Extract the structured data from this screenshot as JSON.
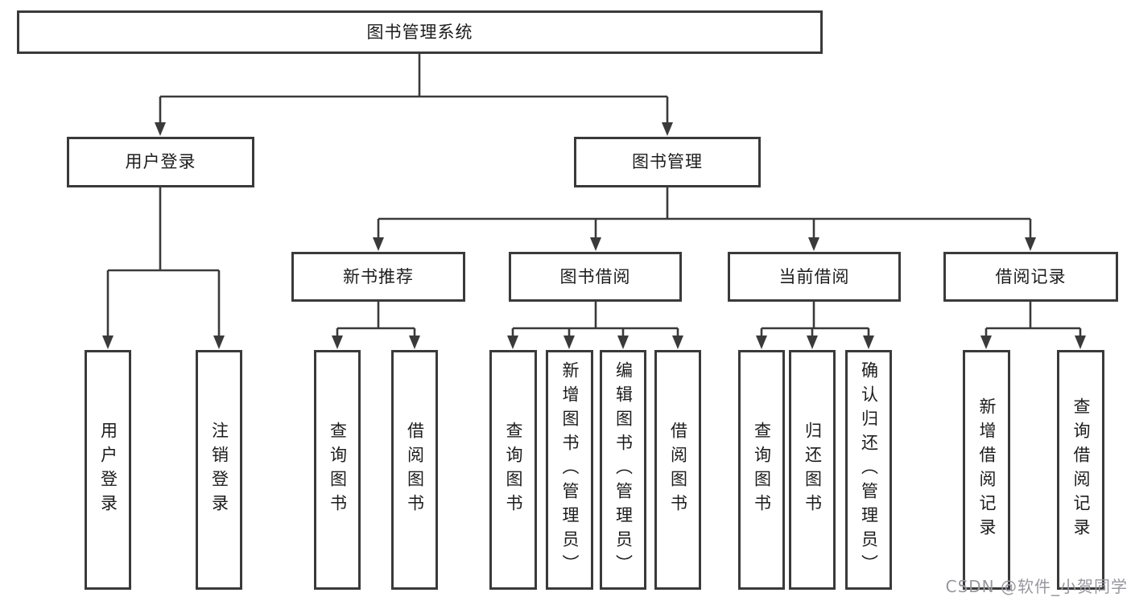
{
  "tree": {
    "label": "图书管理系统",
    "children": [
      {
        "label": "用户登录",
        "children": [
          {
            "label": "用户登录"
          },
          {
            "label": "注销登录"
          }
        ]
      },
      {
        "label": "图书管理",
        "children": [
          {
            "label": "新书推荐",
            "children": [
              {
                "label": "查询图书"
              },
              {
                "label": "借阅图书"
              }
            ]
          },
          {
            "label": "图书借阅",
            "children": [
              {
                "label": "查询图书"
              },
              {
                "label": "新增图书（管理员）"
              },
              {
                "label": "编辑图书（管理员）"
              },
              {
                "label": "借阅图书"
              }
            ]
          },
          {
            "label": "当前借阅",
            "children": [
              {
                "label": "查询图书"
              },
              {
                "label": "归还图书"
              },
              {
                "label": "确认归还（管理员）"
              }
            ]
          },
          {
            "label": "借阅记录",
            "children": [
              {
                "label": "新增借阅记录"
              },
              {
                "label": "查询借阅记录"
              }
            ]
          }
        ]
      }
    ]
  },
  "watermark": "CSDN @软件_小贺同学",
  "colors": {
    "line": "#3a3a3a",
    "text": "#1c1c1c",
    "bg": "#ffffff",
    "watermark": "#97979f"
  }
}
